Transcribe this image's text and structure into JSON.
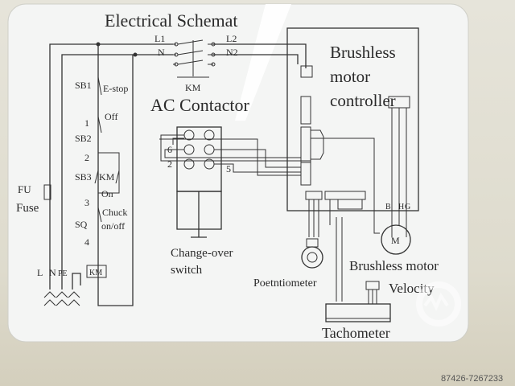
{
  "title": "Electrical Schemat",
  "contactor": {
    "l1": "L1",
    "n": "N",
    "l2": "L2",
    "n2": "N2",
    "km": "KM",
    "label": "AC Contactor"
  },
  "controller": {
    "line1": "Brushless",
    "line2": "motor",
    "line3": "controller",
    "b": "B",
    "h": "H",
    "g": "G"
  },
  "control_circuit": {
    "sb1": "SB1",
    "estop": "E-stop",
    "off": "Off",
    "n1": "1",
    "sb2": "SB2",
    "n2": "2",
    "sb3": "SB3",
    "km": "KM",
    "on": "On",
    "n3": "3",
    "chuck": "Chuck",
    "sq": "SQ",
    "onoff": "on/off",
    "n4": "4",
    "coil": "KM"
  },
  "supply": {
    "fu": "FU",
    "fuse": "Fuse",
    "l": "L",
    "n": "N",
    "pe": "PE"
  },
  "switch": {
    "t6": "6",
    "t2": "2",
    "t5": "5",
    "label1": "Change-over",
    "label2": "switch"
  },
  "potentiometer": "Poetntiometer",
  "motor": {
    "symbol": "M",
    "label": "Brushless motor",
    "velocity": "Velocity"
  },
  "tachometer": "Tachometer",
  "photo_id": "87426-7267233"
}
